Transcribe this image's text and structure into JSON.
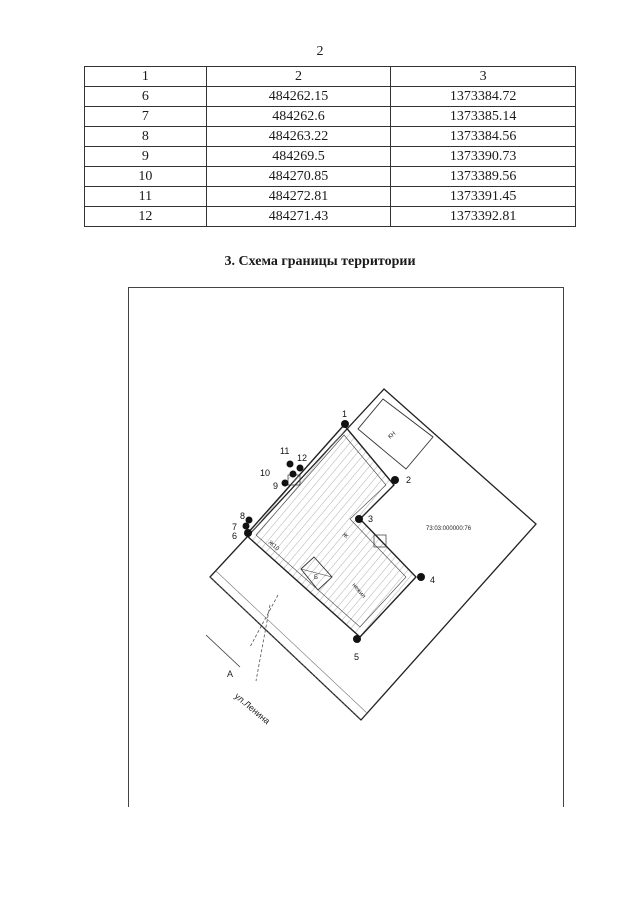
{
  "page_number": "2",
  "table": {
    "header": [
      "1",
      "2",
      "3"
    ],
    "rows": [
      [
        "6",
        "484262.15",
        "1373384.72"
      ],
      [
        "7",
        "484262.6",
        "1373385.14"
      ],
      [
        "8",
        "484263.22",
        "1373384.56"
      ],
      [
        "9",
        "484269.5",
        "1373390.73"
      ],
      [
        "10",
        "484270.85",
        "1373389.56"
      ],
      [
        "11",
        "484272.81",
        "1373391.45"
      ],
      [
        "12",
        "484271.43",
        "1373392.81"
      ]
    ]
  },
  "section_title": "3. Схема границы территории",
  "scheme": {
    "points": [
      "1",
      "2",
      "3",
      "4",
      "5",
      "6",
      "7",
      "8",
      "9",
      "10",
      "11",
      "12"
    ],
    "labels": {
      "parcel": "73:03:000000:76",
      "kn": "КН",
      "zh10": "Ж10",
      "zh": "Ж",
      "nezh": "нежил",
      "street": "ул.Ленина",
      "section_mark": "А",
      "small_b": "Б"
    }
  }
}
